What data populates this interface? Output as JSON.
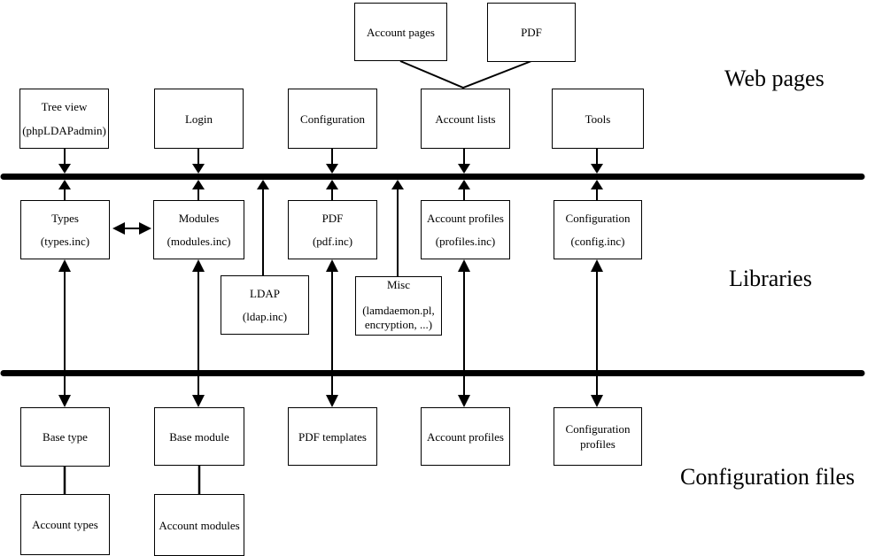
{
  "regions": {
    "web_pages": "Web pages",
    "libraries": "Libraries",
    "configuration_files": "Configuration files"
  },
  "boxes": {
    "account_pages": {
      "l1": "Account pages"
    },
    "pdf_page": {
      "l1": "PDF"
    },
    "tree_view": {
      "l1": "Tree view",
      "l2": "(phpLDAPadmin)"
    },
    "login": {
      "l1": "Login"
    },
    "configuration_page": {
      "l1": "Configuration"
    },
    "account_lists": {
      "l1": "Account lists"
    },
    "tools": {
      "l1": "Tools"
    },
    "types": {
      "l1": "Types",
      "l2": "(types.inc)"
    },
    "modules": {
      "l1": "Modules",
      "l2": "(modules.inc)"
    },
    "pdf_lib": {
      "l1": "PDF",
      "l2": "(pdf.inc)"
    },
    "account_profiles_lib": {
      "l1": "Account profiles",
      "l2": "(profiles.inc)"
    },
    "configuration_lib": {
      "l1": "Configuration",
      "l2": "(config.inc)"
    },
    "ldap": {
      "l1": "LDAP",
      "l2": "(ldap.inc)"
    },
    "misc": {
      "l1": "Misc",
      "l2": "(lamdaemon.pl,",
      "l3": "encryption, ...)"
    },
    "base_type": {
      "l1": "Base type"
    },
    "base_module": {
      "l1": "Base module"
    },
    "pdf_templates": {
      "l1": "PDF templates"
    },
    "account_profiles_cfg": {
      "l1": "Account profiles"
    },
    "configuration_profiles": {
      "l1": "Configuration",
      "l2": "profiles"
    },
    "account_types": {
      "l1": "Account types"
    },
    "account_modules": {
      "l1": "Account modules"
    }
  },
  "colors": {
    "ink": "#000000",
    "background": "#ffffff"
  }
}
